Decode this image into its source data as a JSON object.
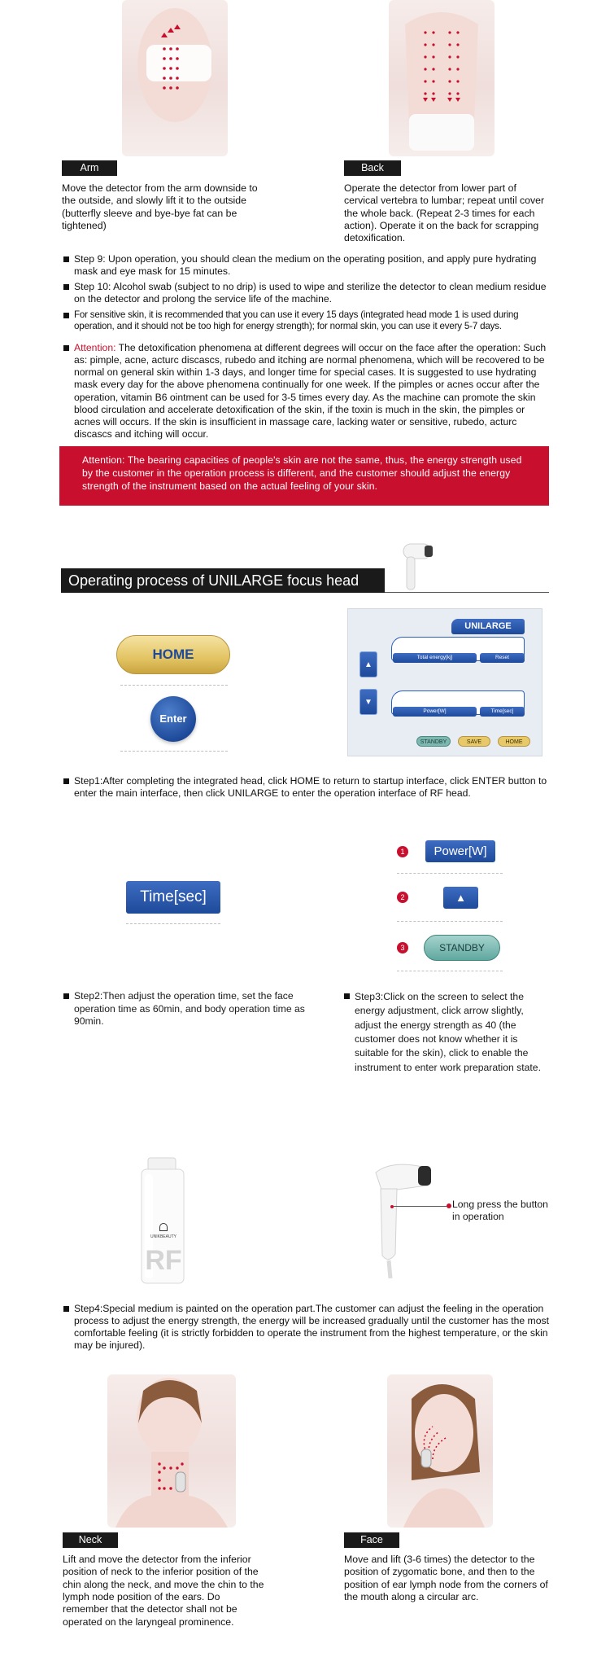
{
  "arm_section": {
    "tag": "Arm",
    "text": "Move the detector from the arm downside to the outside, and slowly lift it to the outside (butterfly sleeve and bye-bye fat can be tightened)"
  },
  "back_section": {
    "tag": "Back",
    "text": "Operate the detector from lower part of cervical vertebra to lumbar; repeat until cover the whole back. (Repeat 2-3 times for each action). Operate it on the back for scrapping detoxification."
  },
  "steps_top": [
    {
      "text": "Step 9: Upon operation, you should clean the medium on the operating position, and apply pure hydrating mask and eye mask for 15 minutes."
    },
    {
      "text": "Step 10: Alcohol swab (subject to no drip) is used to wipe and sterilize the detector to clean medium residue on the detector and prolong the service life of the machine."
    },
    {
      "text": "For sensitive skin, it is recommended that you can use it every 15 days (integrated head mode 1 is used during operation, and it should not be too high for energy strength); for normal skin, you can use it every 5-7 days."
    }
  ],
  "attention_bullet": {
    "label": "Attention:",
    "text": " The detoxification phenomena at different degrees will occur on the face after the operation: Such as: pimple, acne, acturc discascs, rubedo and itching are normal phenomena, which will be recovered to be normal on general skin within 1-3 days, and longer time for special cases. It is suggested to use hydrating mask every day for the above phenomena continually for one week. If the pimples or acnes occur after the operation, vitamin B6 ointment can be used for 3-5 times every day. As the machine can promote the skin blood circulation and accelerate detoxification of the skin, if the toxin is much in the skin, the pimples or acnes will occurs. If the skin is insufficient in massage care, lacking water or sensitive, rubedo, acturc discascs and itching will occur."
  },
  "attention_box": {
    "text": "Attention: The bearing capacities of people's skin are not the same, thus, the energy strength used by the customer in the operation process is different, and the customer should adjust the energy strength of the instrument based on the actual feeling of your skin."
  },
  "section_title": "Operating process of UNILARGE focus head",
  "ui_demo": {
    "home_label": "HOME",
    "enter_label": "Enter",
    "screen_title": "UNILARGE",
    "total_energy": "Total energy[kj]",
    "reset": "Reset",
    "power": "Power[W]",
    "time": "Time[sec]",
    "standby": "STANDBY",
    "save": "SAVE",
    "home_small": "HOME"
  },
  "step1": "Step1:After completing the integrated head, click HOME to return to startup interface, click ENTER button to enter the main interface, then click UNILARGE to enter the operation interface of RF head.",
  "step2_panel": {
    "time_button": "Time[sec]",
    "text": "Step2:Then adjust the operation time, set the face operation time as 60min, and body operation time as 90min."
  },
  "step3_panel": {
    "n1": "1",
    "n2": "2",
    "n3": "3",
    "power_button": "Power[W]",
    "standby_button": "STANDBY",
    "text": "Step3:Click on the screen to select the energy adjustment, click arrow slightly, adjust the energy strength as 40 (the customer does not know whether it is suitable for the skin), click to enable the instrument to enter work preparation state."
  },
  "product": {
    "brand_line": "UNIKBEAUTY",
    "big_letters": "RF"
  },
  "long_press": "Long press the button in operation",
  "step4": "Step4:Special medium is painted on the operation part.The customer can adjust the feeling in the operation process to adjust the energy strength, the energy will be increased gradually until the customer has the most comfortable feeling (it is strictly forbidden to operate the instrument from the highest temperature, or the skin may be injured).",
  "neck_section": {
    "tag": "Neck",
    "text": "Lift and move the detector from the inferior position of neck to the inferior position of the chin along the neck, and move the chin to the lymph node position of the ears. Do remember that the detector shall not be operated on the laryngeal prominence."
  },
  "face_section": {
    "tag": "Face",
    "text": "Move and lift (3-6 times) the detector to the position of zygomatic bone, and then to the position of ear lymph node from the corners of the mouth along a circular arc."
  },
  "colors": {
    "accent_red": "#c8102e",
    "ui_blue": "#1e4a9a",
    "home_gold": "#e3c463",
    "standby_teal": "#5fa8a0"
  }
}
